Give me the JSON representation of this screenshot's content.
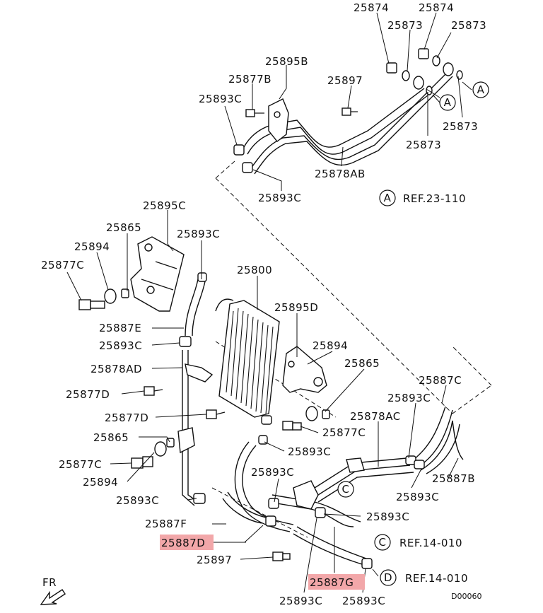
{
  "diagram_id": "D00060",
  "direction_label": "FR",
  "highlight_color": "#f2a7a9",
  "refs": [
    {
      "circle": "A",
      "text": "REF.23-110"
    },
    {
      "circle": "C",
      "text": "REF.14-010"
    },
    {
      "circle": "D",
      "text": "REF.14-010"
    }
  ],
  "circle_letters": {
    "a1": "A",
    "a2": "A",
    "c1": "C"
  },
  "labels": {
    "l01": "25874",
    "l02": "25874",
    "l03": "25873",
    "l04": "25873",
    "l05": "25895B",
    "l06": "25877B",
    "l07": "25897",
    "l08": "25893C",
    "l09": "25873",
    "l10": "25873",
    "l11": "25878AB",
    "l12": "25893C",
    "l13": "25895C",
    "l14": "25865",
    "l15": "25893C",
    "l16": "25894",
    "l17": "25877C",
    "l18": "25800",
    "l19": "25895D",
    "l20": "25887E",
    "l21": "25893C",
    "l22": "25894",
    "l23": "25878AD",
    "l24": "25865",
    "l25": "25887C",
    "l26": "25877D",
    "l27": "25893C",
    "l28": "25877D",
    "l29": "25877C",
    "l30": "25878AC",
    "l31": "25865",
    "l32": "25893C",
    "l33": "25877C",
    "l34": "25887B",
    "l35": "25894",
    "l36": "25893C",
    "l37": "25893C",
    "l38": "25893C",
    "l39": "25887F",
    "l40": "25893C",
    "l41": "25887D",
    "l42": "25897",
    "l43": "25887G",
    "l44": "25893C",
    "l45": "25893C"
  }
}
